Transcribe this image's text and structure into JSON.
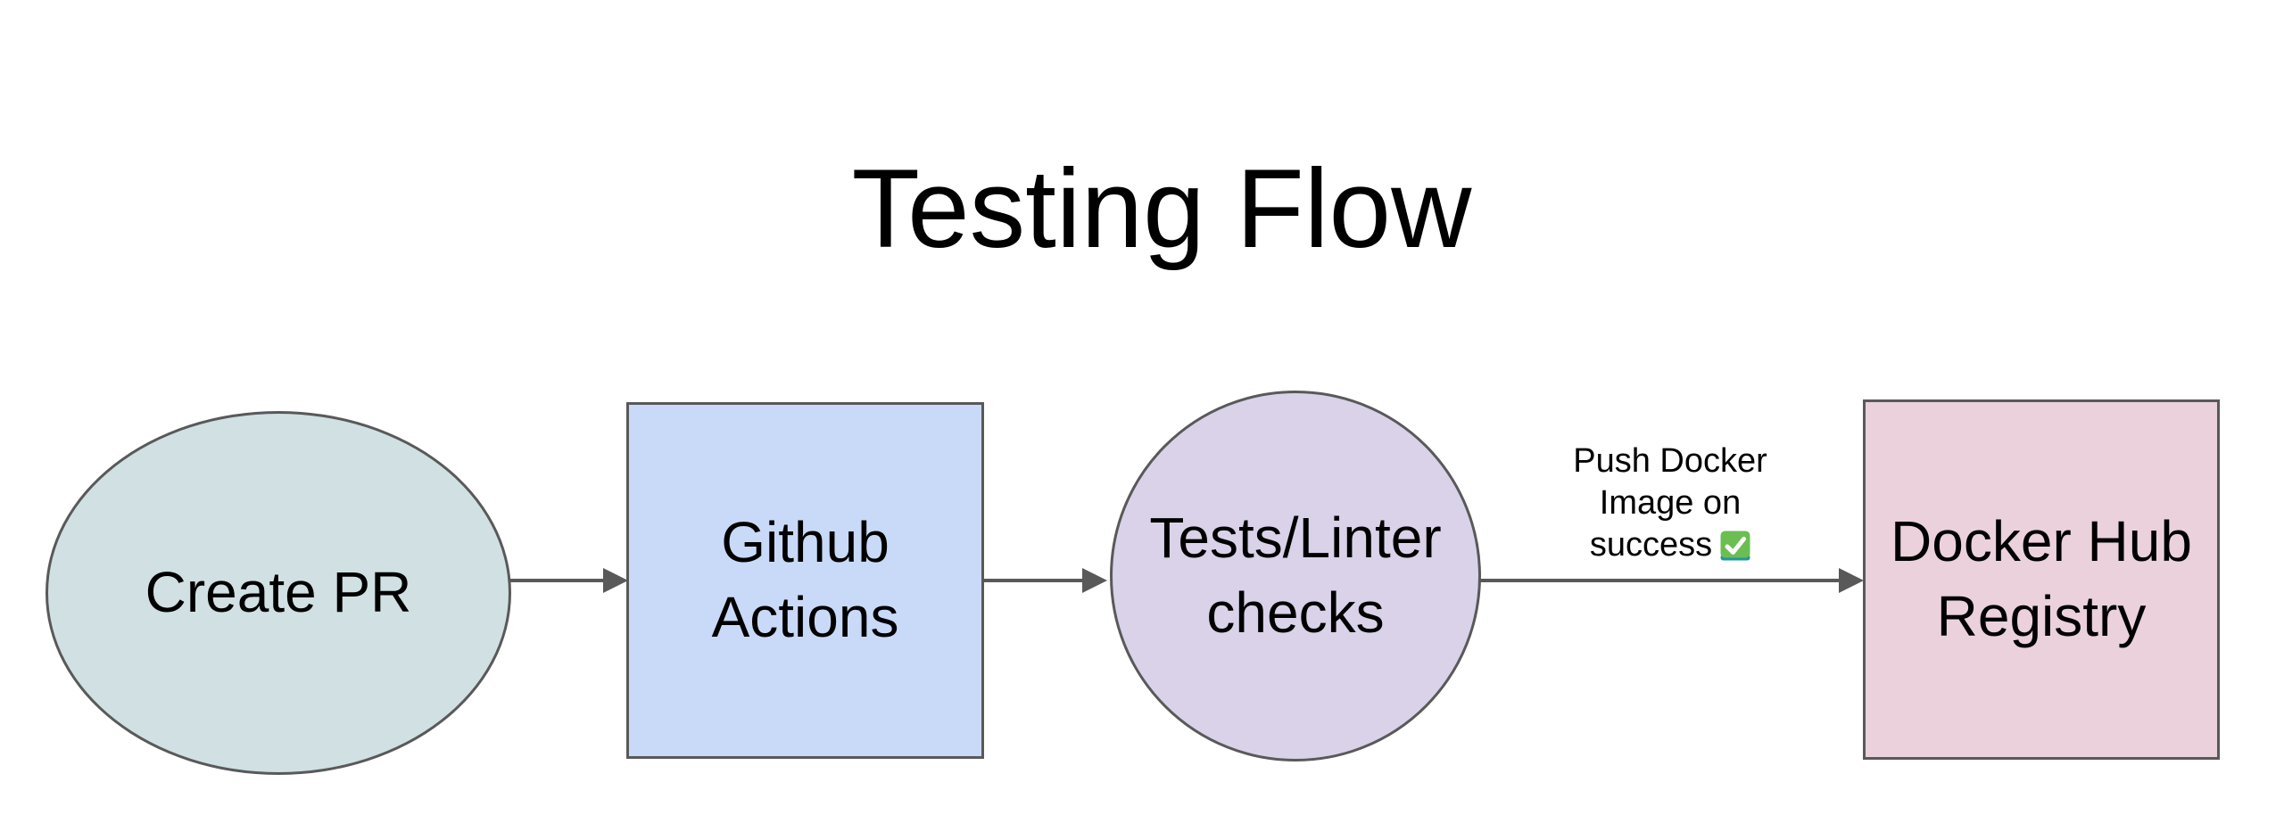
{
  "diagram": {
    "title": "Testing Flow",
    "background": "#ffffff",
    "text_color": "#000000",
    "arrow_color": "#595959",
    "nodes": [
      {
        "id": "create-pr",
        "shape": "ellipse",
        "label": "Create PR",
        "fill": "#d0e0e3",
        "stroke": "#595959"
      },
      {
        "id": "github-actions",
        "shape": "square",
        "label": "Github Actions",
        "fill": "#c9daf8",
        "stroke": "#595959"
      },
      {
        "id": "tests-linter-checks",
        "shape": "circle",
        "label": "Tests/Linter checks",
        "fill": "#d9d2e9",
        "stroke": "#595959"
      },
      {
        "id": "docker-hub-registry",
        "shape": "square",
        "label": "Docker Hub Registry",
        "fill": "#ead1dc",
        "stroke": "#595959"
      }
    ],
    "edges": [
      {
        "from": "create-pr",
        "to": "github-actions",
        "label": ""
      },
      {
        "from": "github-actions",
        "to": "tests-linter-checks",
        "label": ""
      },
      {
        "from": "tests-linter-checks",
        "to": "docker-hub-registry",
        "label": "Push Docker Image on success",
        "label_lines": [
          "Push Docker",
          "Image on",
          "success"
        ],
        "icon": {
          "name": "check-mark-button",
          "green": "#6abe52",
          "teal": "#1e99a0",
          "check": "#ffffff"
        }
      }
    ]
  }
}
